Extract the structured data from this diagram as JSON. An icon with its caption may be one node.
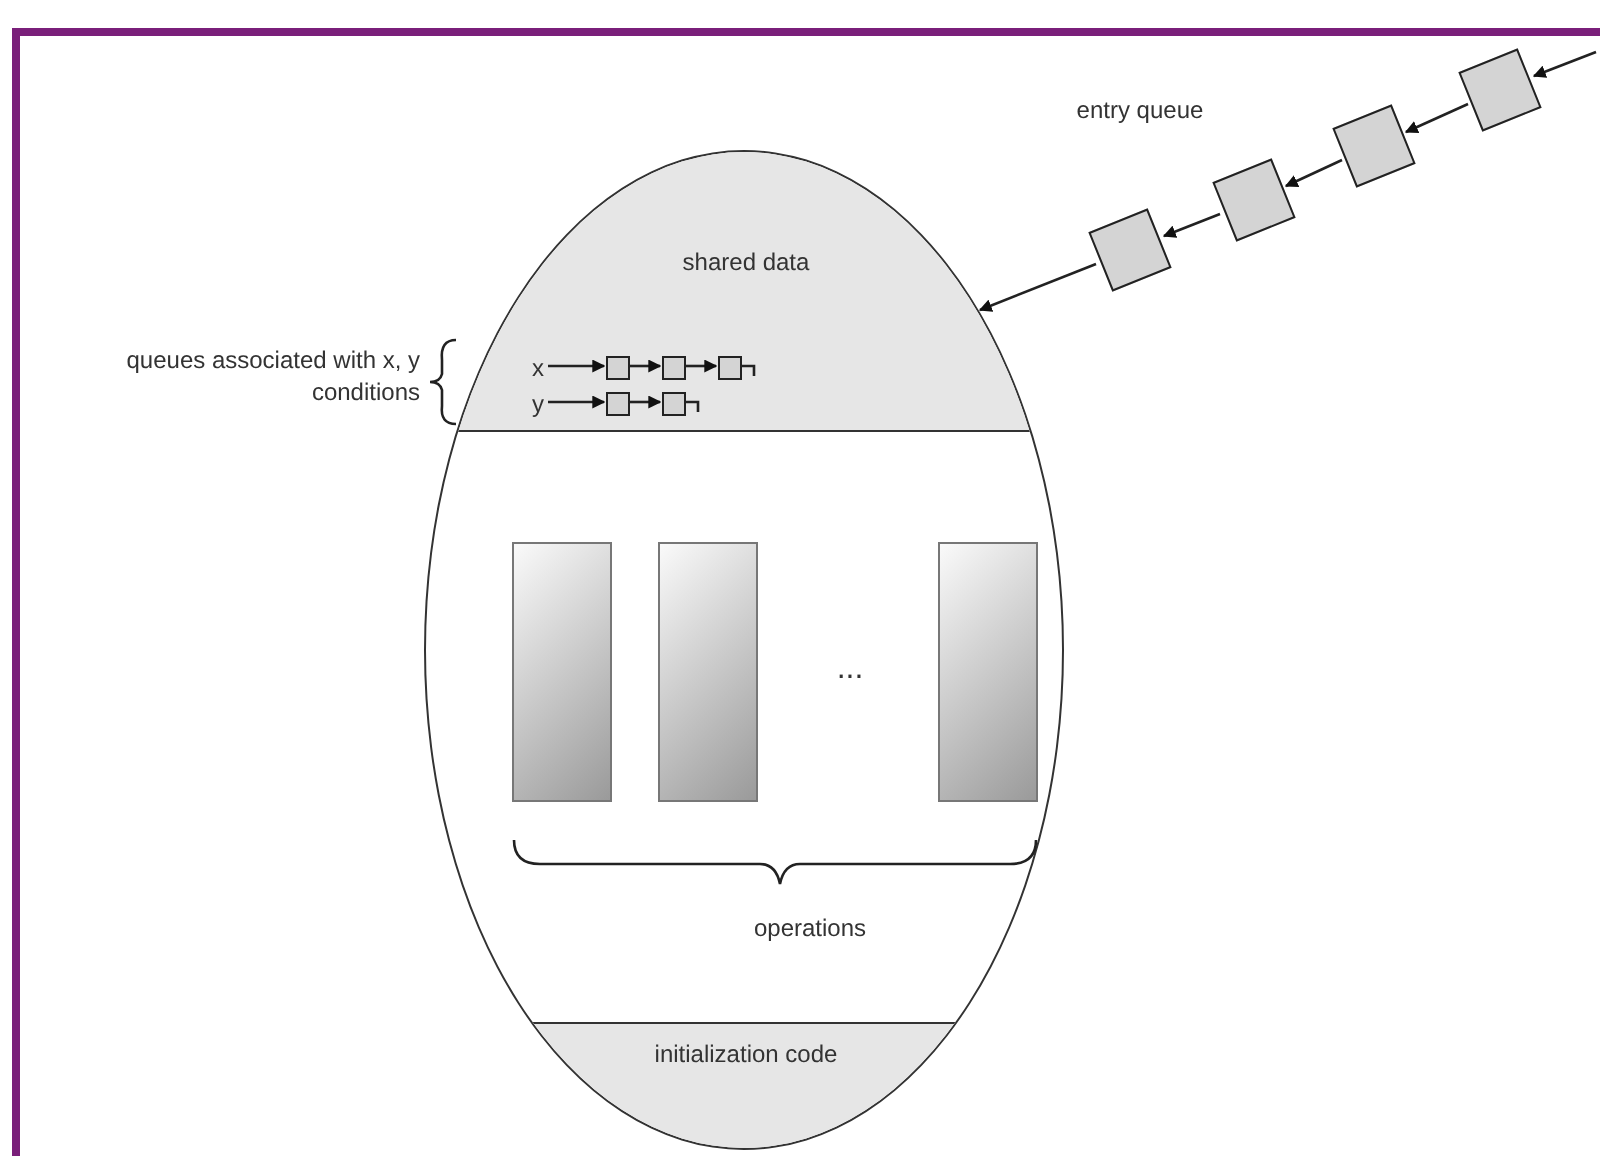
{
  "diagram": {
    "nodes": [
      {
        "text": [],
        "shape": "ellipse"
      },
      {
        "text": [
          "shared data"
        ],
        "in": 0
      },
      {
        "text": [
          "x"
        ],
        "in": 1
      },
      {
        "text": [],
        "shape": "box",
        "in": 1
      },
      {
        "text": [],
        "shape": "box",
        "in": 1
      },
      {
        "text": [],
        "shape": "box",
        "in": 1
      },
      {
        "text": [
          "y"
        ],
        "in": 1
      },
      {
        "text": [],
        "shape": "box",
        "in": 1
      },
      {
        "text": [],
        "shape": "box",
        "in": 1
      },
      {
        "text": [],
        "shape": "bar",
        "in": 0
      },
      {
        "text": [],
        "shape": "bar",
        "in": 0
      },
      {
        "text": [],
        "shape": "bar",
        "in": 0
      },
      {
        "text": [
          "initialization code"
        ],
        "in": 0
      },
      {
        "text": [],
        "shape": "box"
      },
      {
        "text": [],
        "shape": "box"
      },
      {
        "text": [],
        "shape": "box"
      },
      {
        "text": [],
        "shape": "box"
      }
    ],
    "edges": [
      {
        "from": 2,
        "to": 3,
        "arrow": "to"
      },
      {
        "from": 3,
        "to": 4,
        "arrow": "to"
      },
      {
        "from": 4,
        "to": 5,
        "arrow": "to"
      },
      {
        "from": 6,
        "to": 7,
        "arrow": "to"
      },
      {
        "from": 7,
        "to": 8,
        "arrow": "to"
      },
      {
        "from": null,
        "to": 16,
        "arrow": "to"
      },
      {
        "from": 16,
        "to": 15,
        "arrow": "to"
      },
      {
        "from": 15,
        "to": 14,
        "arrow": "to"
      },
      {
        "from": 14,
        "to": 13,
        "arrow": "to"
      },
      {
        "from": 13,
        "to": 0,
        "arrow": "to"
      }
    ],
    "labels": [
      "entry queue",
      "queues associated with x, y conditions",
      "...",
      "operations"
    ]
  }
}
